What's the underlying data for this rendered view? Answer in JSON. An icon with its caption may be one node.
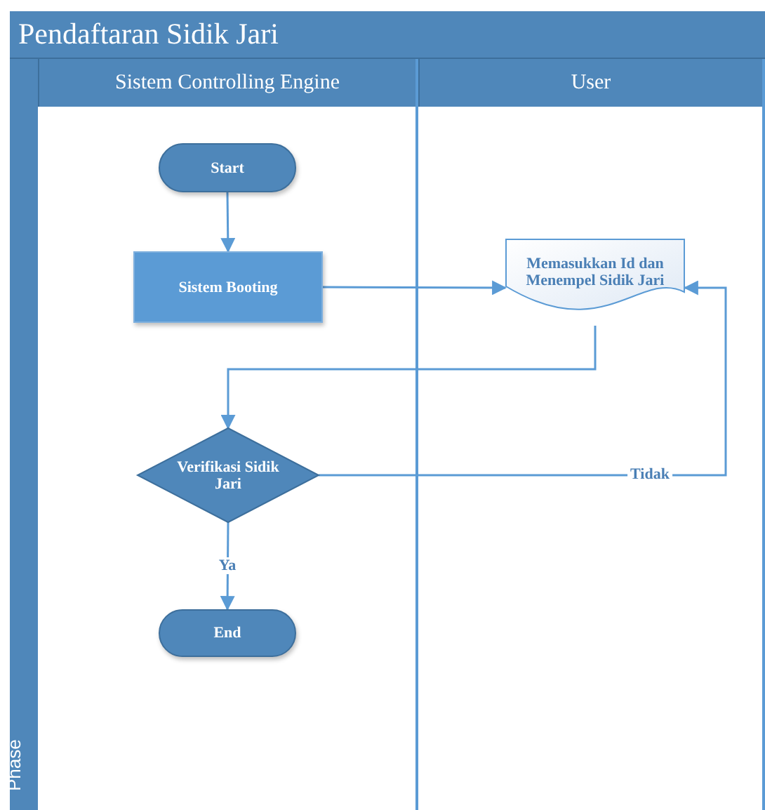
{
  "diagram": {
    "title": "Pendaftaran Sidik Jari",
    "nodes": [
      {
        "text": [
          "Sistem Controlling Engine"
        ]
      },
      {
        "text": [
          "User"
        ]
      },
      {
        "text": [
          "Start"
        ],
        "in": 0
      },
      {
        "text": [
          "Sistem Booting"
        ],
        "in": 0
      },
      {
        "text": [
          "Memasukkan Id dan Menempel Sidik Jari"
        ],
        "in": 1
      },
      {
        "text": [
          "Verifikasi Sidik Jari"
        ],
        "in": 0
      },
      {
        "text": [
          "End"
        ],
        "in": 0
      }
    ],
    "edges": [
      {
        "from": 2,
        "to": 3,
        "arrow": "to"
      },
      {
        "from": 3,
        "to": 4,
        "arrow": "to"
      },
      {
        "from": 4,
        "to": 5,
        "arrow": "to"
      },
      {
        "from": 5,
        "to": 4,
        "arrow": "to",
        "label": "Tidak"
      },
      {
        "from": 5,
        "to": 6,
        "arrow": "to",
        "label": "Ya"
      }
    ],
    "labels": [
      "Phase"
    ]
  }
}
